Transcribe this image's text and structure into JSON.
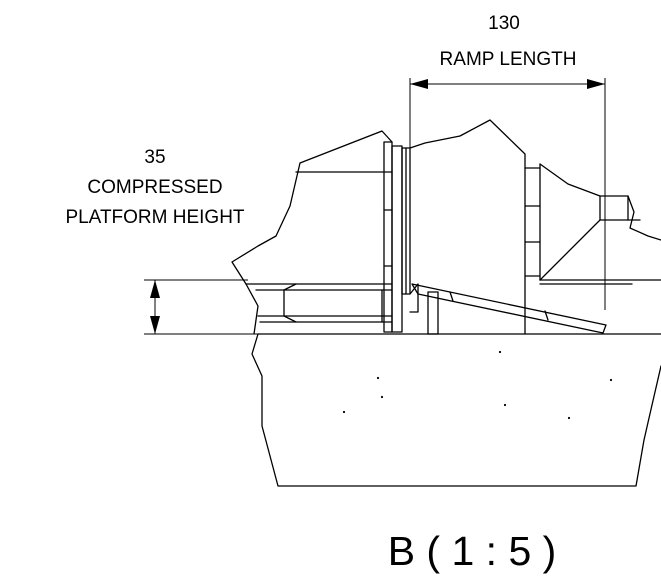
{
  "ramp_dimension": {
    "value": "130",
    "label": "RAMP LENGTH"
  },
  "platform_dimension": {
    "value": "35",
    "label_line1": "COMPRESSED",
    "label_line2": "PLATFORM HEIGHT"
  },
  "view_title": "B ( 1 : 5 )",
  "colors": {
    "line": "#000000",
    "background": "#ffffff"
  }
}
